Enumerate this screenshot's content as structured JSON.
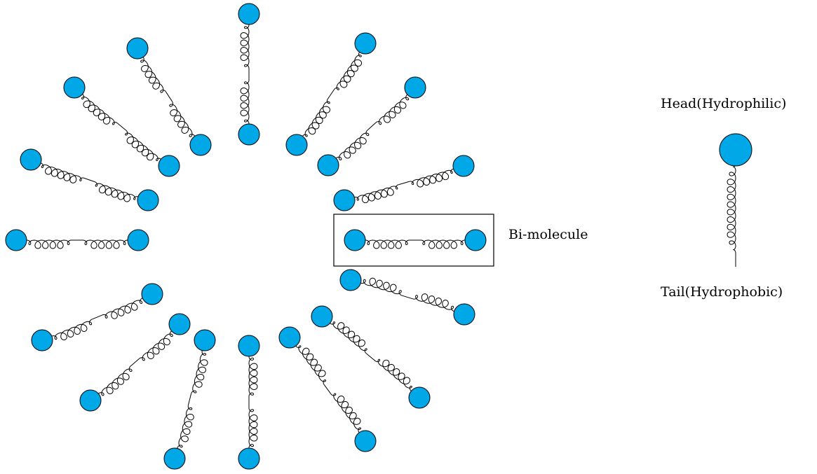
{
  "labels": {
    "bimolecule": "Bi-molecule",
    "head": "Head(Hydrophilic)",
    "tail": "Tail(Hydrophobic)"
  },
  "colors": {
    "head_fill": "#00A8E8",
    "stroke": "#000000"
  }
}
